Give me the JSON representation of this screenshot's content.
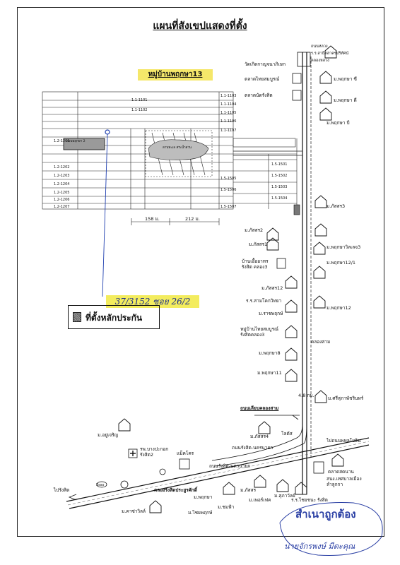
{
  "header": {
    "title": "แผนที่สังเขปแสดงที่ตั้ง"
  },
  "village": {
    "title": "หมู่บ้านพฤกษา13",
    "lot_label": "สวนพฤกษา 2",
    "pond_label": "ลานทะเล สระน้ำสวน",
    "plot_codes_top": [
      "1.1-1101",
      "1.1-1102",
      "1.1-1103",
      "1.1-1104",
      "1.1-1105",
      "1.1-1106",
      "1.1-1107"
    ],
    "plot_codes_left": [
      "1.2-1201",
      "1.2-1202",
      "1.2-1203",
      "1.2-1204",
      "1.2-1205",
      "1.2-1206",
      "1.2-1207"
    ],
    "plot_codes_right": [
      "1.5-1501",
      "1.5-1502",
      "1.5-1503",
      "1.5-1504",
      "1.5-1505",
      "1.5-1506",
      "1.5-1507"
    ],
    "dim_left": "158 ม.",
    "dim_right": "212 ม."
  },
  "legend": {
    "label": "ที่ตั้งหลักประกัน"
  },
  "annotation": {
    "handwritten": "37/3152 ซอย 26/2"
  },
  "places_right": {
    "top_road": "ถนนหลวง",
    "top_sign": "ร.ร.สาธิตสาครปริทัศน์",
    "canal_top": "คลองหลวง",
    "temple": "วัดเกิดกาญจนาภิเษก",
    "market1": "ตลาดไทยสมบูรณ์",
    "market2": "ตลาดนัดรังสิต",
    "pk_c": "ม.พฤกษา ซี",
    "pk_d": "ม.พฤกษา ดี",
    "pk_b": "ม.พฤกษา บี",
    "pas3": "ม.ภัสสร3",
    "pas2": "ม.ภัสสร2",
    "pas1": "ม.ภัสสร1",
    "pkvill3": "ม.พฤกษาวิลเลจ3",
    "sena": "บ้านเอื้ออาทร รังสิต คลอง3",
    "pk12_1": "ม.พฤกษา12/1",
    "pas12": "ม.ภัสสร12",
    "school": "ร.ร.สามโคกวิทยา",
    "pk12": "ม.พฤกษา12",
    "rachapruek": "ม.ราชพฤกษ์",
    "rungsit3": "หมู่บ้านไทยสมบูรณ์ รังสิตคลอง3",
    "canal": "คลองสาม",
    "pk8": "ม.พฤกษา8",
    "pk11": "ม.พฤกษา11",
    "km": "4.8 กม.",
    "sinthawee": "ม.ศรีสุภาพัชรินทร์",
    "bypass": "ถนนเลียบคลองสาม",
    "pas4": "ม.ภัสสร4",
    "rangsit_road": "ถนนรังสิต-นครนายก",
    "lotus": "โลตัส",
    "to_ongkarak": "ไปถนนพหลโยธิน",
    "market_right": "ตลาดสดนาน",
    "muang": "สนง.เทศบาลเมืองลำลูกกา",
    "school_right": "ร.ร.ไชยชนะ รังสิต"
  },
  "places_bottom": {
    "to_rangsit": "ไปรังสิต",
    "esso": "Esso",
    "m_thong": "ม.อยู่เจริญ",
    "hospital": "รพ.บางปะกอก รังสิต2",
    "hm_market": "แม็คโคร",
    "road_label": "คลองรังสิตประยูรศักดิ์",
    "road2": "ถนนรังสิต-นครนายก",
    "pas_bottom": "ม.ภัสสร",
    "kasem": "ม.คาซ่าวิลล์",
    "m_bottom": "ม.ชมฟ้า",
    "m_bottom2": "ม.เพอร์เฟค",
    "m_suphawan": "ม.สุภาวัลย์",
    "chaiya": "ม.ไชยพฤกษ์",
    "home": "ม.พฤกษา"
  },
  "stamp": {
    "line1": "สำเนาถูกต้อง",
    "line2": "นายจักรพงษ์ มีตะคุณ"
  },
  "colors": {
    "ink": "#111111",
    "highlight": "#f3ec5e",
    "stamp": "#2a3fa4"
  }
}
